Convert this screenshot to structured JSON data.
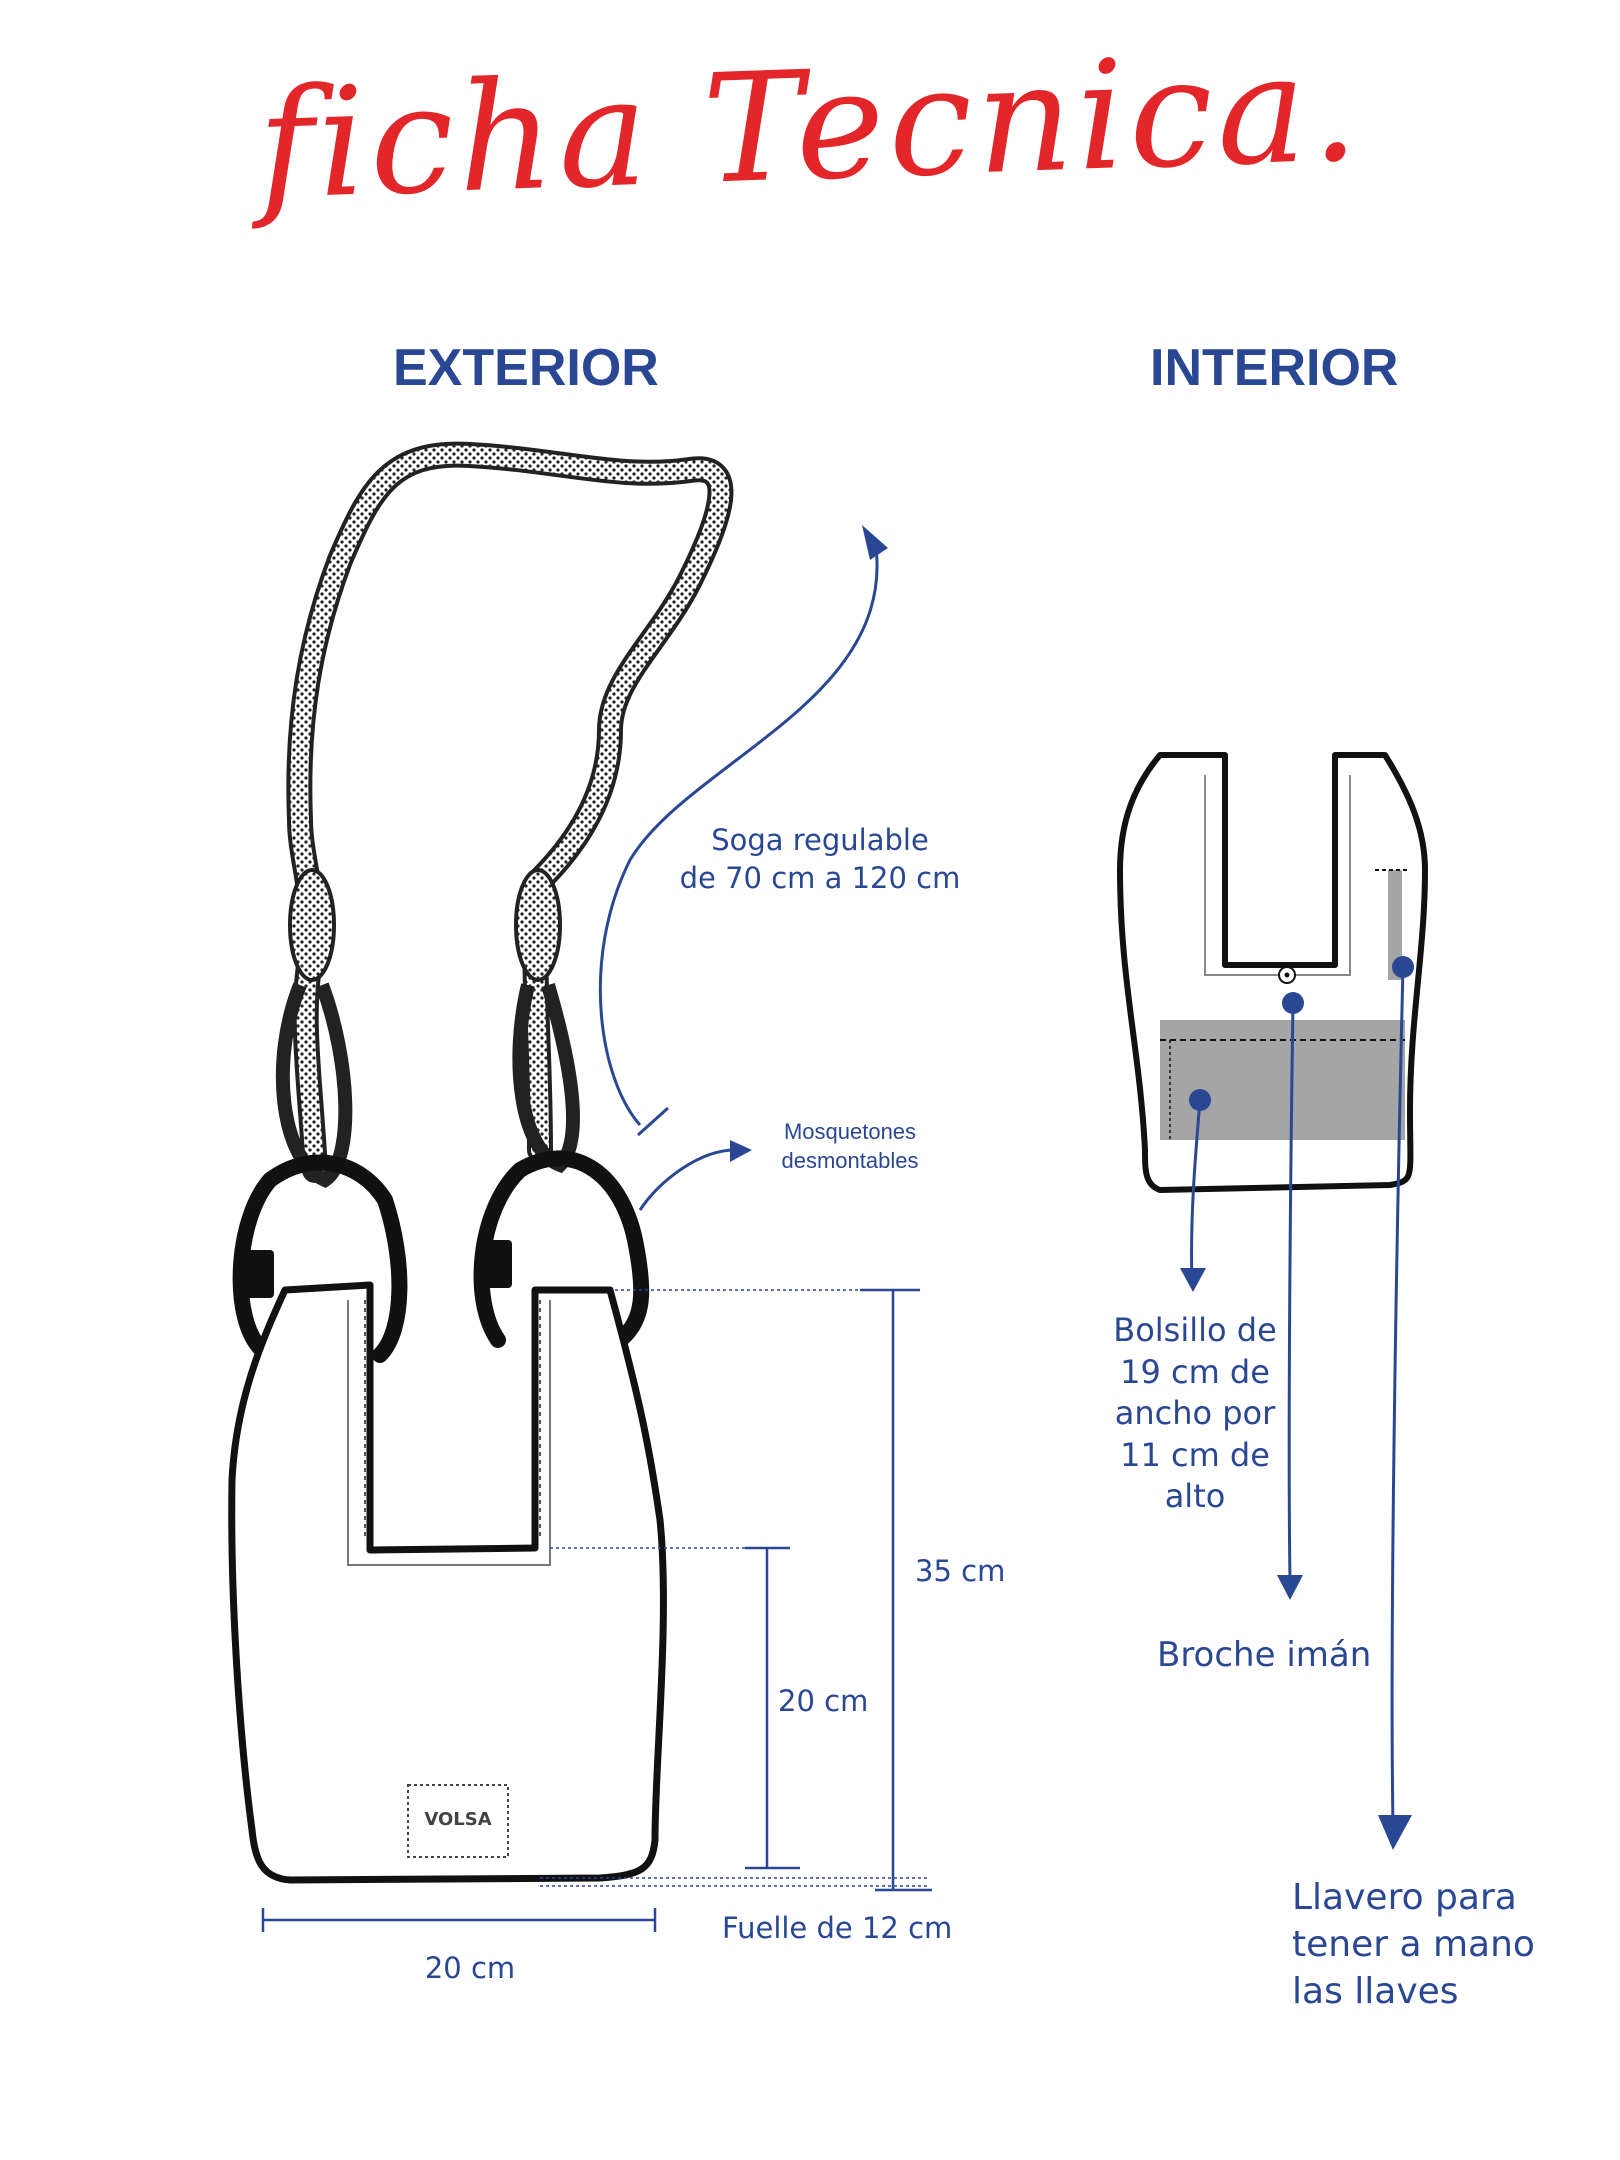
{
  "title": "ficha Tecnica.",
  "sections": {
    "exterior": "EXTERIOR",
    "interior": "INTERIOR"
  },
  "exterior": {
    "rope_label_line1": "Soga regulable",
    "rope_label_line2": "de 70 cm a 120 cm",
    "carabiner_label_line1": "Mosquetones",
    "carabiner_label_line2": "desmontables",
    "logo_text": "VOLSA",
    "dim_height_total": "35 cm",
    "dim_height_body": "20 cm",
    "dim_width": "20 cm",
    "gusset": "Fuelle de 12 cm"
  },
  "interior": {
    "pocket_lines": [
      "Bolsillo de",
      "19 cm de",
      "ancho por",
      "11 cm de",
      "alto"
    ],
    "magnet": "Broche imán",
    "keyring_lines": [
      "Llavero para",
      "tener a mano",
      "las llaves"
    ]
  },
  "colors": {
    "accent_blue": "#2a4794",
    "title_red": "#e2262a",
    "line_black": "#111111",
    "pocket_gray": "#a5a5a5"
  }
}
